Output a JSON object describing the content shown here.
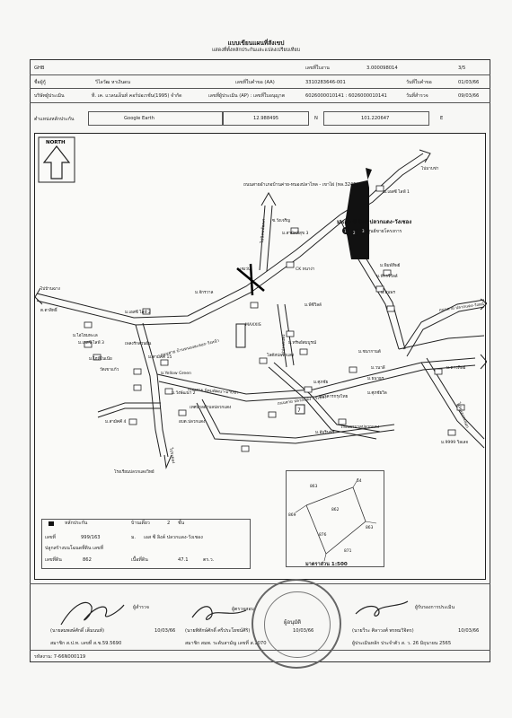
{
  "header": {
    "title": "แบบเขียนแผนที่สังเขป",
    "subtitle": "แสดงที่ตั้งหลักประกันและแปลงเปรียบเทียบ"
  },
  "info": {
    "doc_code": "GHB",
    "ref_label": "เลขที่ใบงาน",
    "ref_value": "3.000098014",
    "page": "3/5",
    "name_label": "ชื่อผู้กู้",
    "name_value": "วิไลวัฒ หาเงินดน",
    "app_label": "เลขที่ใบคำขอ (AA)",
    "app_value": "3310283646-001",
    "date_label": "วันที่ใบคำขอ",
    "date_value": "01/03/66",
    "company_label": "บริษัทผู้ประเมิน",
    "company_value": "ที. เค. แวลนเอ็นท์ คอร์ปอเรชั่น(1995) จำกัด",
    "appr_label": "เลขที่ผู้ประเมิน (AP) : เลขที่ใบอนุญาต",
    "appr_value": "6026000010141 : 6026000010141",
    "survey_label": "วันที่สำรวจ",
    "survey_value": "09/03/66",
    "coord_label": "ตำแหน่งหลักประกัน",
    "coord_source": "Google Earth",
    "lat": "12.988495",
    "lat_dir": "N",
    "lng": "101.220647",
    "lng_dir": "E"
  },
  "map": {
    "north": "NORTH",
    "highway": "ถนนสายอำเภอบ้านค่าย-หนองปลาไหล - เขาไผ่ (ทล.3245)",
    "project": "ม.เอล ซี ลิงค์ ปลวกแดง-วังเชอง",
    "project_sub": "ศูนย์ขายโครงการ",
    "markers": [
      "1",
      "2",
      "3"
    ],
    "roads": [
      "ถนนสาย บ้านหนองละลอก-วังหน้า",
      "ถนนสาย นิคมพัฒนา-มาบข่า",
      "ถนนสาย ปลวกแดง - ระยอง",
      "ถนนสาย ปลวกแดง-วังหน้า",
      "ไปมาบข่า",
      "ไปนิคมพัฒนา",
      "ไปบ้านฉาง",
      "ไปปลวกแดง",
      "ไปหนองละลอก",
      "ไประยอง"
    ],
    "labels": [
      "ม.เอสซี ไลฟ์ 1",
      "ม.สามัคคีสุข 3",
      "ซ.วังเจริญ",
      "เซเว่น",
      "CK หนาง่า",
      "ม.พิมพ์ทิพย์",
      "ม.ฟ้ารวีวิลล์",
      "ม.ธนพร",
      "ม.พีซีวิลล์",
      "ม.เอสซี ไลฟ์ 2",
      "ม.เอสซี ไลฟ์ 3",
      "ม.ไอโฮมทะเล",
      "ต.ตาสิทธิ์",
      "ม.จักรวาล",
      "ม.ไฮทีโนเนีย",
      "ม.Yellow Green",
      "เพลงรักสวนฝัน",
      "วัดเขาแก้ว",
      "เทศบาลตำบลปลวกแดง",
      "ม.สามัคคี 15",
      "ม.วังพัฒนา 2",
      "อบต.ปลวกแดง",
      "โรงพยาบาลปลวกแดง",
      "ม.ศุภชัย",
      "โลตัสปลวกแดง",
      "ม.ทรัพย์สมบูรณ์",
      "ม.วนาลี",
      "ม.ศุภชัยวิล",
      "ม.ธนาธร",
      "ม.อัมรินทร์",
      "ม.ชนากานต์",
      "ม.9999 วิลเลจ",
      "ม.ดาวทิพย์",
      "โรงเรียนปลวกแดงวิทย์",
      "ม.สามัคคี 4",
      "MAXXIS",
      "ธนาคารกรุงไทย",
      "7"
    ]
  },
  "plot": {
    "scale": "มาตราส่วน 1:500",
    "numbers": [
      "863",
      "54",
      "862",
      "869",
      "863",
      "876",
      "871"
    ]
  },
  "legend": {
    "item_label": "หลักประกัน",
    "type_label": "บ้านเดี่ยว",
    "floors": "2",
    "floors_unit": "ชั้น",
    "deed_label": "เลขที่",
    "deed_value": "999/163",
    "project_label": "ม.",
    "project_value": "เอส ซี ลิงค์ ปลวกแดง-วังเชอง",
    "land_label": "ปลูกสร้างบนโฉนดที่ดิน เลขที่",
    "parcel_label": "เลขที่ดิน",
    "parcel_value": "862",
    "area_label": "เนื้อที่ดิน",
    "area_value": "47.1",
    "area_unit": "ตร.ว."
  },
  "signatures": {
    "sig1_role": "ผู้สำรวจ",
    "sig1_name": "(นายสมพงษ์ศักดิ์ เต็มนนท์)",
    "sig1_date": "10/03/66",
    "sig1_license": "สมาชิก ส.ป.ท. เลขที่ ส.ช.59.5690",
    "sig2_role": "ผู้ตรวจสอบ",
    "sig2_name": "(นายพิทักษ์ศักดิ์ ศรีประโยชน์ศิริ)",
    "sig2_date": "10/03/66",
    "sig2_license": "สมาชิก สมพ. ระดับสามัญ เลขที่ ส.1070",
    "stamp_label": "ผู้อนุมัติ",
    "sig3_role": "ผู้รับรองการประเมิน",
    "sig3_name": "(นายวีระ ศิลาวงศ์ พรหมวิจิตร)",
    "sig3_date": "10/03/66",
    "sig3_license": "ผู้ประเมินหลัก ประจำตัว ส. ว. 26 มิถุนายน 2565",
    "footer_code": "รหัสงาน: 7-66N000119"
  }
}
